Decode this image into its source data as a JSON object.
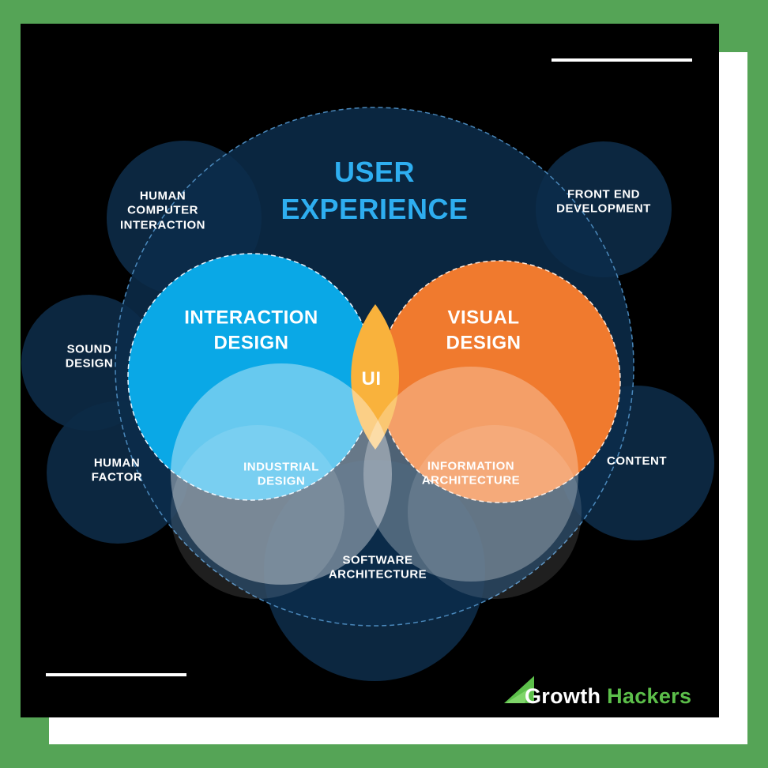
{
  "diagram": {
    "title": "USER\nEXPERIENCE",
    "nodes": {
      "interaction_design": "INTERACTION\nDESIGN",
      "visual_design": "VISUAL\nDESIGN",
      "ui": "UI",
      "industrial_design": "INDUSTRIAL\nDESIGN",
      "information_architecture": "INFORMATION\nARCHITECTURE",
      "software_architecture": "SOFTWARE\nARCHITECTURE",
      "human_computer_interaction": "HUMAN\nCOMPUTER\nINTERACTION",
      "front_end_development": "FRONT END\nDEVELOPMENT",
      "sound_design": "SOUND\nDESIGN",
      "human_factor": "HUMAN\nFACTOR",
      "content": "CONTENT"
    }
  },
  "logo": {
    "part1": "Growth",
    "part2": "Hackers"
  },
  "colors": {
    "background_green": "#55a456",
    "navy": "#0d2a45",
    "interaction_blue": "#0aa8e6",
    "visual_orange": "#f07a2e",
    "title_blue": "#2eaef0",
    "brand_green": "#5cbf4a"
  }
}
